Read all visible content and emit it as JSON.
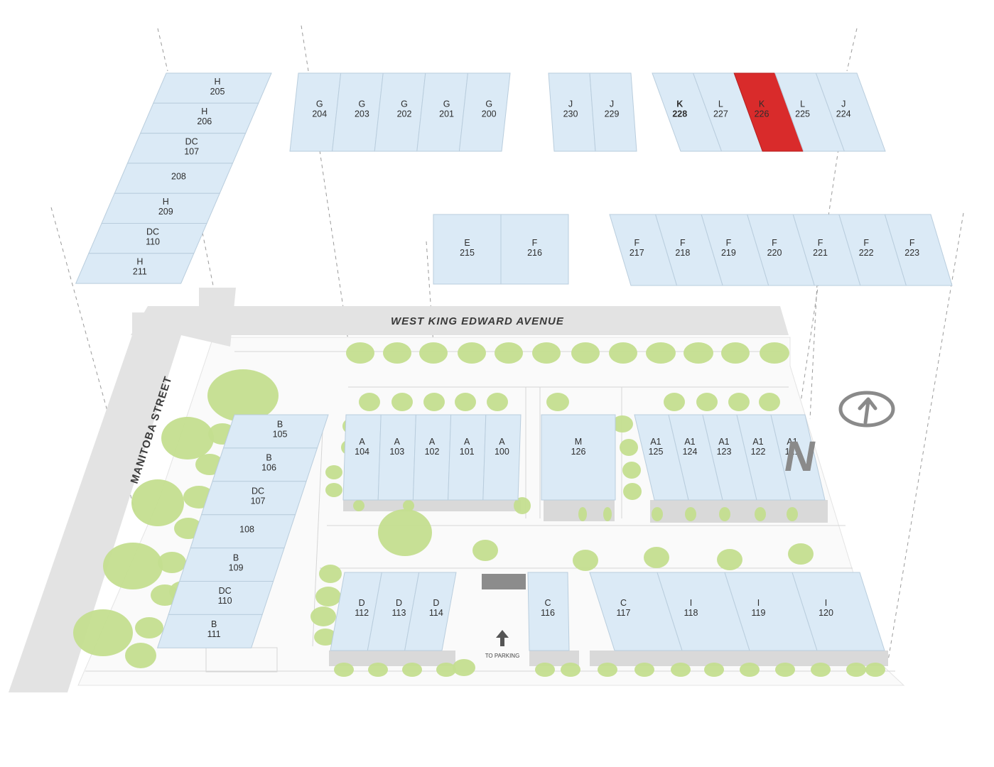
{
  "map": {
    "streets": {
      "west_king_edward": "WEST KING EDWARD AVENUE",
      "manitoba": "MANITOBA STREET"
    },
    "parking_label": "TO PARKING",
    "compass_label": "N",
    "selected_unit": "K-226",
    "colors": {
      "unit": "#dbeaf6",
      "selected": "#d92b2b",
      "tree": "#c4de8f",
      "road": "#e3e3e3"
    },
    "upper_units": {
      "h_column": [
        {
          "type": "H",
          "num": "205"
        },
        {
          "type": "H",
          "num": "206"
        },
        {
          "type": "DC",
          "num": "107"
        },
        {
          "type": "",
          "num": "208"
        },
        {
          "type": "H",
          "num": "209"
        },
        {
          "type": "DC",
          "num": "110"
        },
        {
          "type": "H",
          "num": "211"
        }
      ],
      "g_row": [
        {
          "type": "G",
          "num": "204"
        },
        {
          "type": "G",
          "num": "203"
        },
        {
          "type": "G",
          "num": "202"
        },
        {
          "type": "G",
          "num": "201"
        },
        {
          "type": "G",
          "num": "200"
        }
      ],
      "j_row": [
        {
          "type": "J",
          "num": "230"
        },
        {
          "type": "J",
          "num": "229"
        }
      ],
      "k_row": [
        {
          "type": "K",
          "num": "228"
        },
        {
          "type": "L",
          "num": "227"
        },
        {
          "type": "K",
          "num": "226"
        },
        {
          "type": "L",
          "num": "225"
        },
        {
          "type": "J",
          "num": "224"
        }
      ],
      "e_row": [
        {
          "type": "E",
          "num": "215"
        },
        {
          "type": "F",
          "num": "216"
        }
      ],
      "f_row": [
        {
          "type": "F",
          "num": "217"
        },
        {
          "type": "F",
          "num": "218"
        },
        {
          "type": "F",
          "num": "219"
        },
        {
          "type": "F",
          "num": "220"
        },
        {
          "type": "F",
          "num": "221"
        },
        {
          "type": "F",
          "num": "222"
        },
        {
          "type": "F",
          "num": "223"
        }
      ]
    },
    "ground_units": {
      "b_column": [
        {
          "type": "B",
          "num": "105"
        },
        {
          "type": "B",
          "num": "106"
        },
        {
          "type": "DC",
          "num": "107"
        },
        {
          "type": "",
          "num": "108"
        },
        {
          "type": "B",
          "num": "109"
        },
        {
          "type": "DC",
          "num": "110"
        },
        {
          "type": "B",
          "num": "111"
        }
      ],
      "a_row": [
        {
          "type": "A",
          "num": "104"
        },
        {
          "type": "A",
          "num": "103"
        },
        {
          "type": "A",
          "num": "102"
        },
        {
          "type": "A",
          "num": "101"
        },
        {
          "type": "A",
          "num": "100"
        }
      ],
      "m_row": [
        {
          "type": "M",
          "num": "126"
        }
      ],
      "a1_row": [
        {
          "type": "A1",
          "num": "125"
        },
        {
          "type": "A1",
          "num": "124"
        },
        {
          "type": "A1",
          "num": "123"
        },
        {
          "type": "A1",
          "num": "122"
        },
        {
          "type": "A1",
          "num": "121"
        }
      ],
      "d_row": [
        {
          "type": "D",
          "num": "112"
        },
        {
          "type": "D",
          "num": "113"
        },
        {
          "type": "D",
          "num": "114"
        }
      ],
      "c_single": [
        {
          "type": "C",
          "num": "116"
        }
      ],
      "ci_row": [
        {
          "type": "C",
          "num": "117"
        },
        {
          "type": "I",
          "num": "118"
        },
        {
          "type": "I",
          "num": "119"
        },
        {
          "type": "I",
          "num": "120"
        }
      ]
    }
  }
}
